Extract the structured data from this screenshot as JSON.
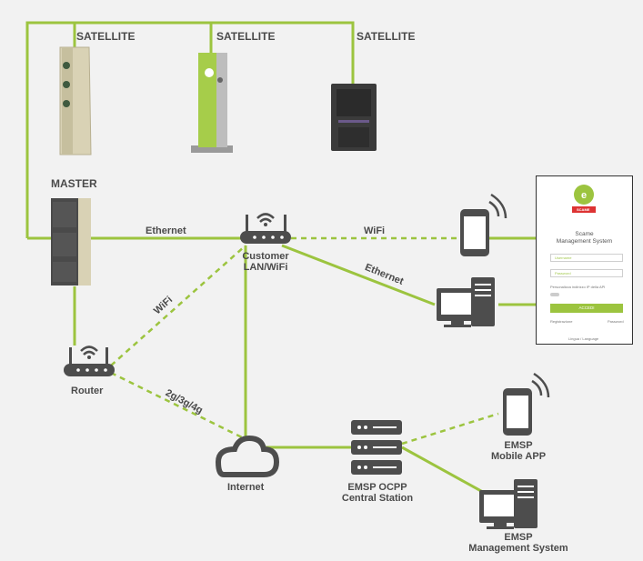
{
  "labels": {
    "satellite_1": "SATELLITE",
    "satellite_2": "SATELLITE",
    "satellite_3": "SATELLITE",
    "master": "MASTER",
    "ethernet_1": "Ethernet",
    "ethernet_2": "Ethernet",
    "wifi_1": "WiFi",
    "wifi_2": "WiFi",
    "customer_router": "Customer\nLAN/WiFi",
    "router": "Router",
    "mobile_net": "2g/3g/4g",
    "internet": "Internet",
    "central_station": "EMSP OCPP\nCentral Station",
    "mobile_app": "EMSP\nMobile APP",
    "management_system": "EMSP\nManagement System"
  },
  "app_screen": {
    "brand": "SCAME",
    "title": "Scame\nManagement System",
    "username_placeholder": "Username",
    "password_placeholder": "Password",
    "remember_label": "Personalizza indirizzo IP della API",
    "login_button": "ACCEDI",
    "link_left": "Registrazione",
    "link_right": "Password",
    "footer": "Lingua / Language"
  },
  "colors": {
    "link_green": "#9cc43f",
    "icon_gray": "#4d4d4d",
    "text_gray": "#4a4a4a",
    "background": "#f2f2f2"
  }
}
